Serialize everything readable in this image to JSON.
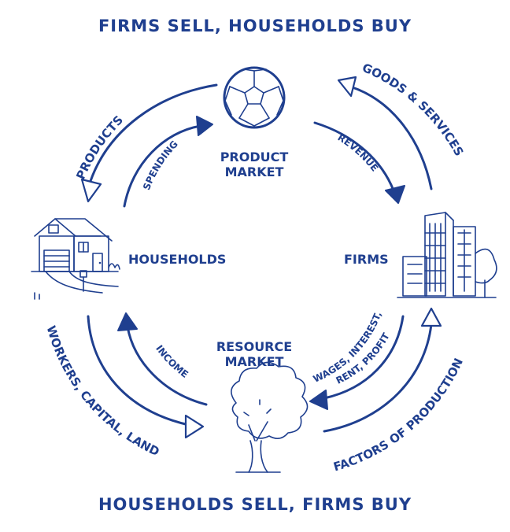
{
  "title_top": "FIRMS SELL, HOUSEHOLDS BUY",
  "title_bottom": "HOUSEHOLDS SELL, FIRMS BUY",
  "nodes": {
    "product_market_line1": "PRODUCT",
    "product_market_line2": "MARKET",
    "resource_market_line1": "RESOURCE",
    "resource_market_line2": "MARKET",
    "households": "HOUSEHOLDS",
    "firms": "FIRMS"
  },
  "flows": {
    "products": "PRODUCTS",
    "spending": "SPENDING",
    "goods_services": "GOODS & SERVICES",
    "revenue": "REVENUE",
    "income": "INCOME",
    "workers_capital_land": "WORKERS, CAPITAL, LAND",
    "wages_line1": "WAGES, INTEREST,",
    "wages_line2": "RENT, PROFIT",
    "factors": "FACTORS OF PRODUCTION"
  },
  "icons": {
    "product_market": "soccer-ball-icon",
    "households": "house-icon",
    "firms": "office-buildings-icon",
    "resource_market": "tree-icon"
  },
  "colors": {
    "ink": "#1f3f8f",
    "background": "#ffffff"
  }
}
